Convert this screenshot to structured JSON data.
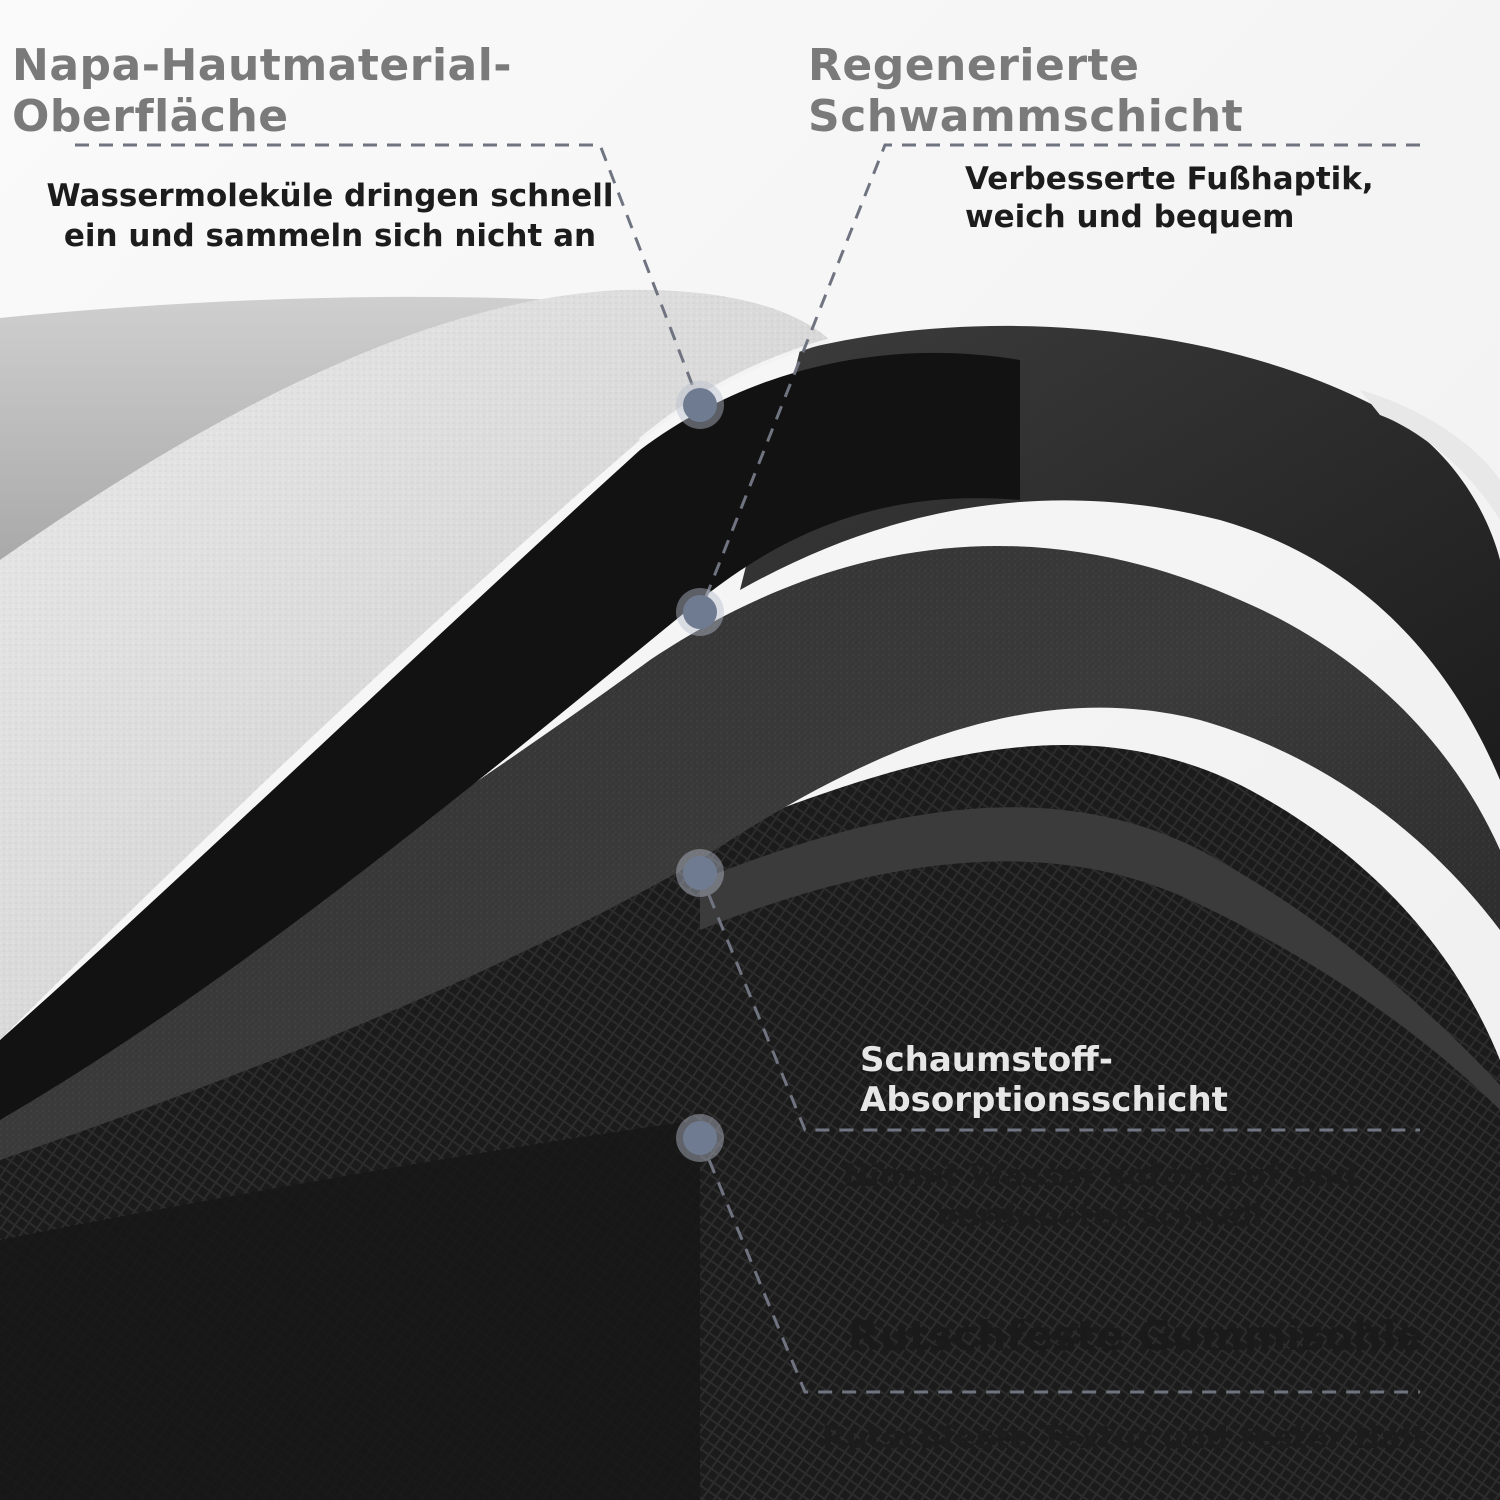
{
  "layers": [
    {
      "title": "Napa-Hautmaterial-Oberfläche",
      "description": "Wassermoleküle dringen schnell ein und sammeln sich nicht an"
    },
    {
      "title": "Regenerierte Schwammschicht",
      "description": "Verbesserte Fußhaptik, weich und bequem"
    },
    {
      "title": "Schaumstoff-Absorptionsschicht",
      "description": "Nimmt Wasser sofort auf und verdunstet schnell"
    },
    {
      "title": "Rutschfeste Gummisohle",
      "description": "Rutschfeste Textur und fester Halt"
    }
  ],
  "colors": {
    "surface_light": "#dcdcdc",
    "layer_black": "#141414",
    "sponge_dark": "#2c2c2c",
    "rubber_base": "#1e1e1e",
    "marker_dot": "#6f7b91",
    "title_gray": "#7a7a7a"
  }
}
